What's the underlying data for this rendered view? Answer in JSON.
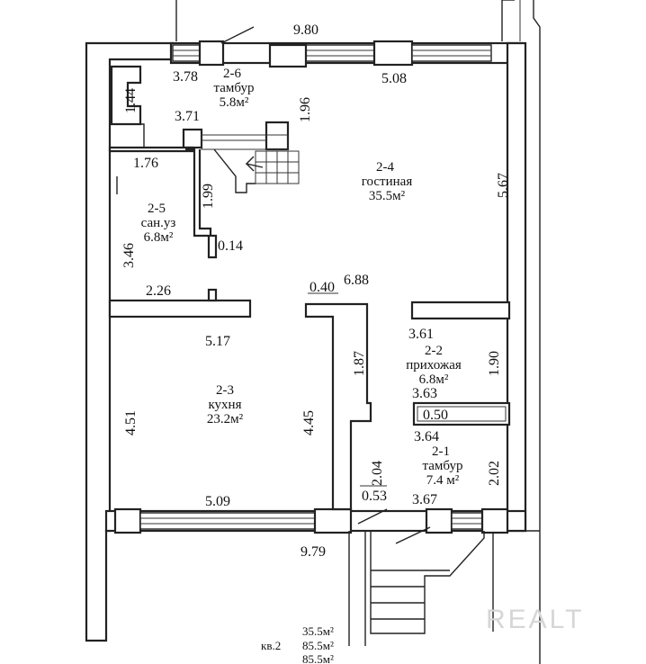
{
  "dimensions": {
    "top_overall": "9.80",
    "top_window": "5.08",
    "vestibule_top": "3.78",
    "vestibule_height": "1.44",
    "vestibule_bottom": "3.71",
    "stair_gap": "1.96",
    "living_height": "5.67",
    "bath_top": "1.76",
    "bath_wall": "1.99",
    "bath_height": "3.46",
    "bath_notch": "0.14",
    "bath_bottom": "2.26",
    "partition": "0.40",
    "living_width": "6.88",
    "kitchen_top": "5.17",
    "hall_corridor": "1.87",
    "hall_top": "3.61",
    "hall_height": "1.90",
    "hall_bottom": "3.63",
    "closet": "0.50",
    "kitchen_left": "4.51",
    "kitchen_right": "4.45",
    "entry_top": "3.64",
    "entry_left": "2.04",
    "entry_right": "2.02",
    "kitchen_bottom": "5.09",
    "entry_notch": "0.53",
    "entry_bottom": "3.67",
    "bottom_overall": "9.79"
  },
  "rooms": [
    {
      "id": "2-6",
      "name": "тамбур",
      "area": "5.8м²"
    },
    {
      "id": "2-4",
      "name": "гостиная",
      "area": "35.5м²"
    },
    {
      "id": "2-5",
      "name": "сан.уз",
      "area": "6.8м²"
    },
    {
      "id": "2-3",
      "name": "кухня",
      "area": "23.2м²"
    },
    {
      "id": "2-2",
      "name": "прихожая",
      "area": "6.8м²"
    },
    {
      "id": "2-1",
      "name": "тамбур",
      "area": "7.4 м²"
    }
  ],
  "summary": {
    "label": "кв.2",
    "living_area": "35.5м²",
    "total_area": "85.5м²",
    "total_area_repeat": "85.5м²"
  },
  "watermark": "REALT"
}
